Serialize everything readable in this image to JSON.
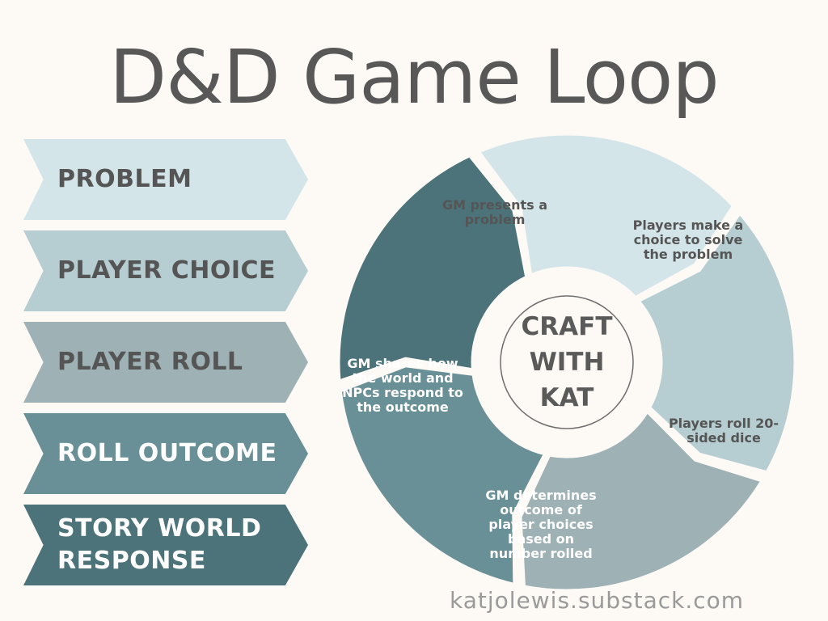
{
  "title": "D&D Game Loop",
  "steps": [
    {
      "label": "PROBLEM",
      "color": "#d4e5e9",
      "text_color": "#555555"
    },
    {
      "label": "PLAYER CHOICE",
      "color": "#b6cdd1",
      "text_color": "#555555"
    },
    {
      "label": "PLAYER ROLL",
      "color": "#9eb1b4",
      "text_color": "#555555"
    },
    {
      "label": "ROLL OUTCOME",
      "color": "#6a9097",
      "text_color": "#ffffff"
    },
    {
      "label": "STORY WORLD RESPONSE",
      "color": "#4b7379",
      "text_color": "#ffffff"
    }
  ],
  "cycle": [
    {
      "lines": [
        "GM presents a",
        "problem"
      ],
      "color": "#d4e5e9",
      "text_color": "#555555"
    },
    {
      "lines": [
        "Players make a",
        "choice to solve",
        "the problem"
      ],
      "color": "#b6cdd1",
      "text_color": "#555555"
    },
    {
      "lines": [
        "Players roll 20-",
        "sided dice"
      ],
      "color": "#9eb1b4",
      "text_color": "#555555"
    },
    {
      "lines": [
        "GM determines",
        "outcome of",
        "player choices",
        "based on",
        "number rolled"
      ],
      "color": "#6a9097",
      "text_color": "#ffffff"
    },
    {
      "lines": [
        "GM shares how",
        "the world and",
        "NPCs respond to",
        "the outcome"
      ],
      "color": "#4b7379",
      "text_color": "#ffffff"
    }
  ],
  "center": {
    "lines": [
      "CRAFT",
      "WITH",
      "KAT"
    ]
  },
  "footer": "katjolewis.substack.com"
}
